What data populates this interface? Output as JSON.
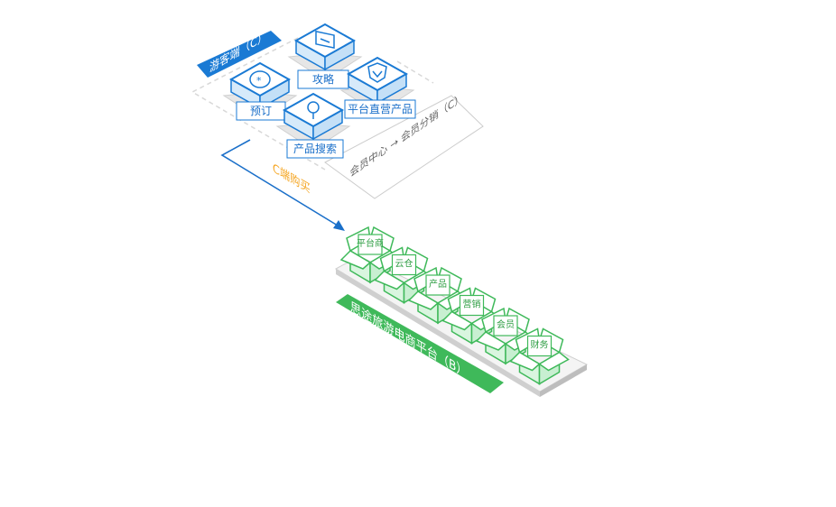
{
  "colors": {
    "blue": "#1a7ad4",
    "blue_light": "#d6eafa",
    "green": "#3fb95a",
    "green_light": "#d9f5df",
    "orange": "#f5a623",
    "gray": "#cfcfcf"
  },
  "client": {
    "title": "游客端（C）",
    "modules": [
      {
        "label": "攻略",
        "icon": "document-edit-icon"
      },
      {
        "label": "平台直营产品",
        "icon": "shield-check-icon"
      },
      {
        "label": "预订",
        "icon": "asterisk-circle-icon"
      },
      {
        "label": "产品搜索",
        "icon": "search-icon"
      }
    ],
    "member_panel": "会员中心 → 会员分销（C）"
  },
  "flow_label": "C端购买",
  "platform": {
    "title": "思途旅游电商平台（B）",
    "modules": [
      {
        "label": "平台商"
      },
      {
        "label": "云仓"
      },
      {
        "label": "产品"
      },
      {
        "label": "营销"
      },
      {
        "label": "会员"
      },
      {
        "label": "财务"
      }
    ]
  }
}
